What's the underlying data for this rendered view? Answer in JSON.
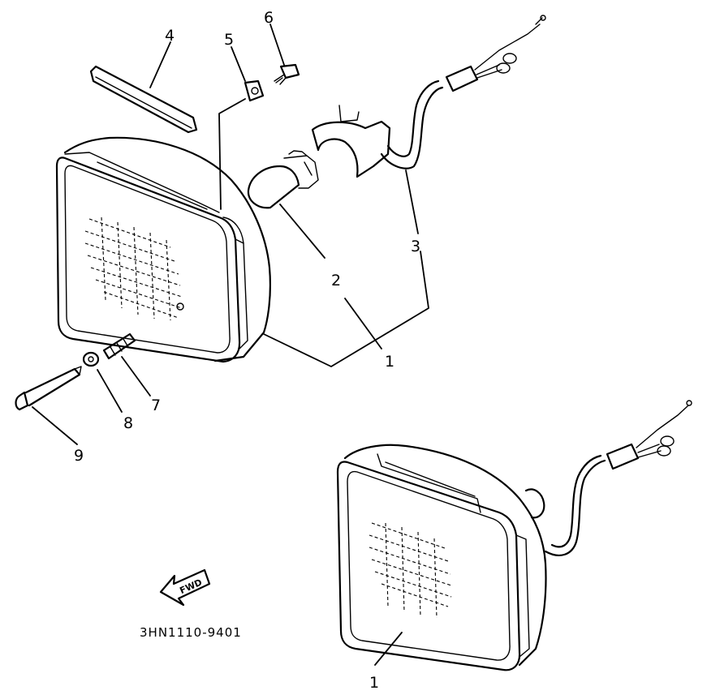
{
  "callouts": [
    "4",
    "5",
    "6",
    "2",
    "3",
    "1",
    "7",
    "8",
    "9",
    "1"
  ],
  "fwd_label": "FWD",
  "diagram_code": "3HN1110-9401"
}
